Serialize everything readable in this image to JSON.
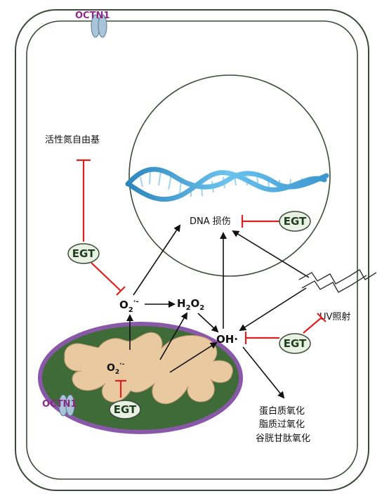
{
  "labels": {
    "octn1_top": "OCTN1",
    "octn1_mito": "OCTN1",
    "rns": "活性氮自由基",
    "dna_damage": "DNA 损伤",
    "uv": "UV照射",
    "ox_protein": "蛋白质氧化",
    "ox_lipid": "脂质过氧化",
    "ox_gsh": "谷胱甘肽氧化",
    "egt": "EGT"
  },
  "species": {
    "o2": "O",
    "o2_sub": "2",
    "o2_sup": "·-",
    "h2o2_h": "H",
    "h2o2_sub1": "2",
    "h2o2_o": "O",
    "h2o2_sub2": "2",
    "oh": "OH·"
  },
  "colors": {
    "membrane": "#3b4a3b",
    "mito_outer": "#8a58a8",
    "mito_matrix": "#3f6b39",
    "cristae": "#e9c9a0",
    "inhibit": "#e02020",
    "egt_fill": "#e9f1e3",
    "dna": "#4aa7d8",
    "octn": "#a9c4d9"
  }
}
